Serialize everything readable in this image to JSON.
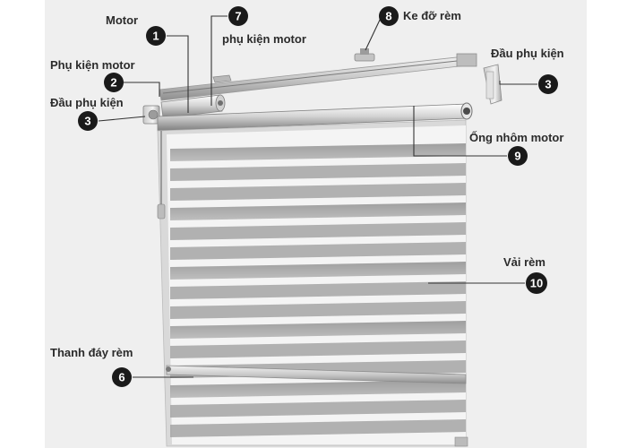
{
  "diagram": {
    "callouts": {
      "motor": {
        "num": "1",
        "label": "Motor"
      },
      "motor_accessory_left": {
        "num": "2",
        "label": "Phụ kiện motor"
      },
      "end_cap_left": {
        "num": "3",
        "label": "Đầu phụ kiện"
      },
      "end_cap_right": {
        "num": "3",
        "label": "Đầu phụ kiện"
      },
      "bottom_rail": {
        "num": "6",
        "label": "Thanh đáy rèm"
      },
      "motor_accessory_top": {
        "num": "7",
        "label": "phụ kiện motor"
      },
      "bracket": {
        "num": "8",
        "label": "Ke đỡ rèm"
      },
      "aluminum_tube": {
        "num": "9",
        "label": "Ống nhôm motor"
      },
      "fabric": {
        "num": "10",
        "label": "Vải rèm"
      }
    },
    "colors": {
      "callout_circle": "#1a1a1a",
      "callout_text": "#ffffff",
      "label_text": "#2b2b2b",
      "fabric_light": "#f4f4f4",
      "fabric_dark": "#a4a4a4",
      "frame": "#d8d8d8"
    }
  }
}
